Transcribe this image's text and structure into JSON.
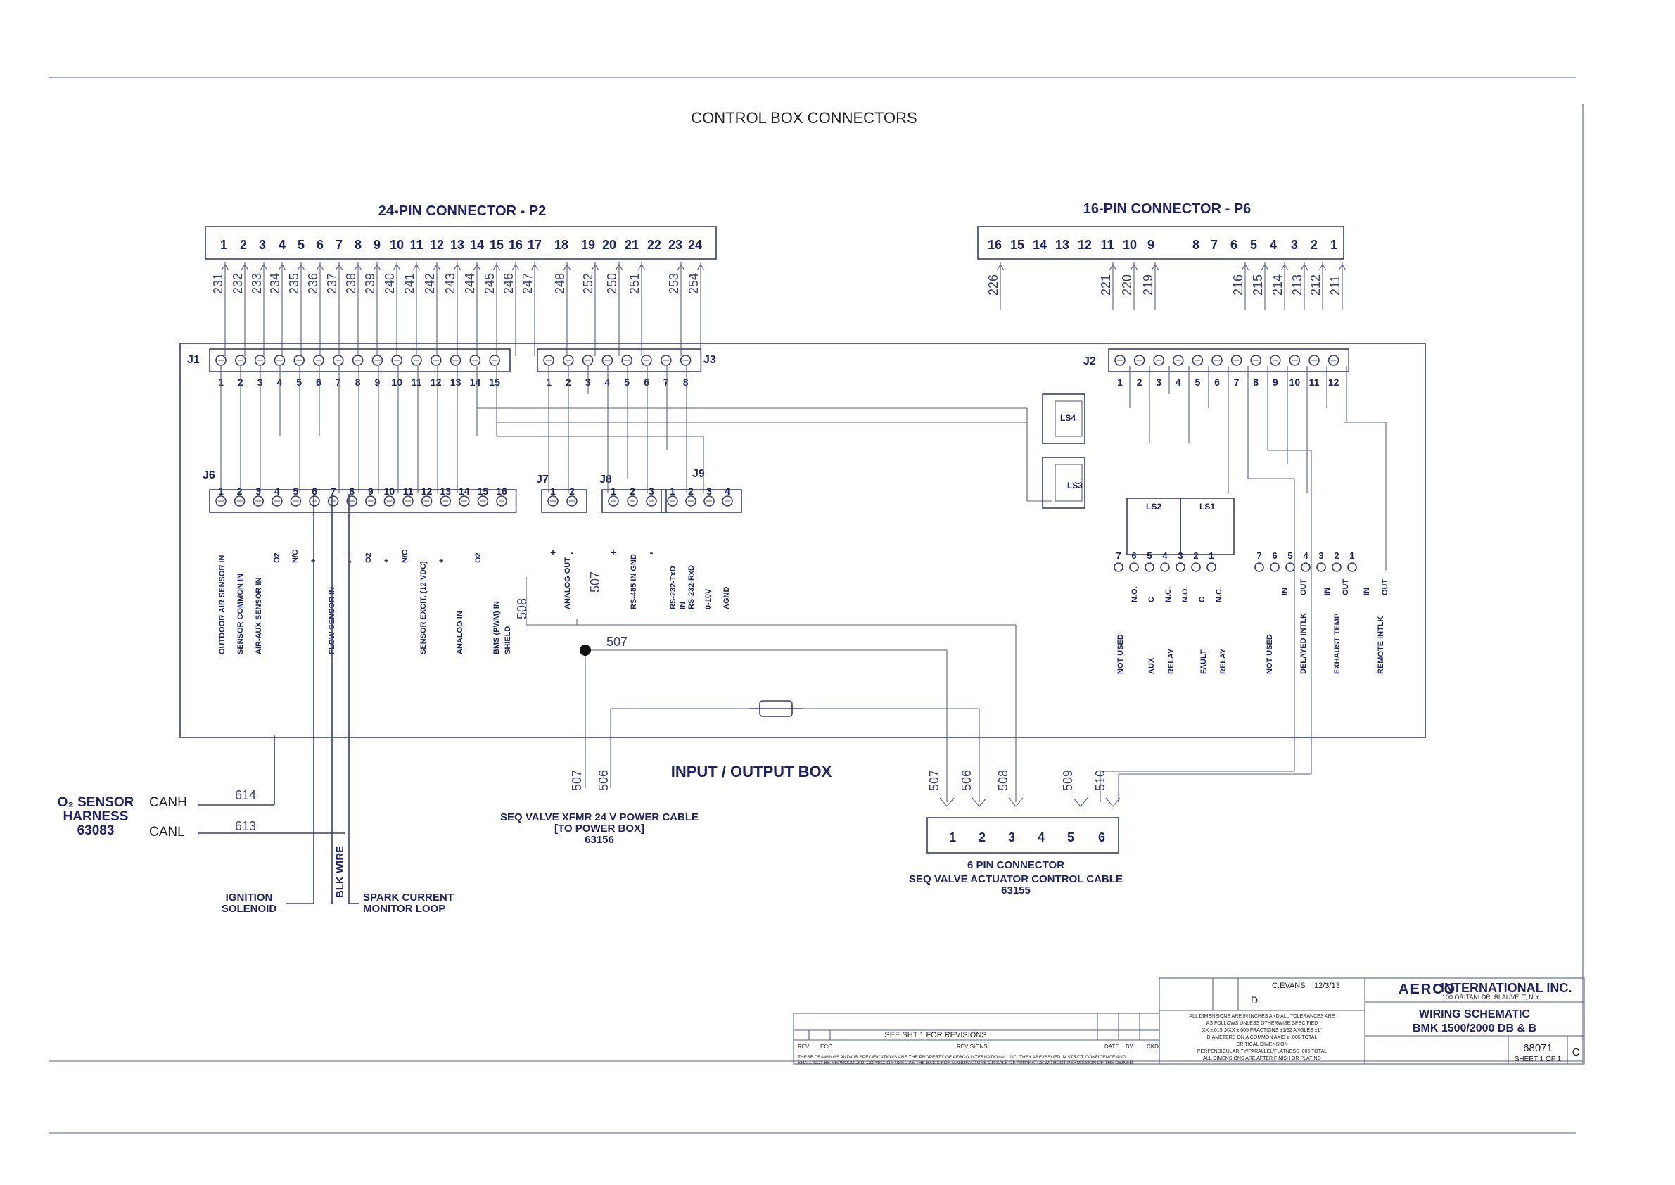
{
  "page_title": "CONTROL BOX CONNECTORS",
  "p2": {
    "title": "24-PIN CONNECTOR - P2",
    "pins": [
      "1",
      "2",
      "3",
      "4",
      "5",
      "6",
      "7",
      "8",
      "9",
      "10",
      "11",
      "12",
      "13",
      "14",
      "15",
      "16",
      "17",
      "18",
      "19",
      "20",
      "21",
      "22",
      "23",
      "24"
    ],
    "wires": [
      "231",
      "232",
      "233",
      "234",
      "235",
      "236",
      "237",
      "238",
      "239",
      "240",
      "241",
      "242",
      "243",
      "244",
      "245",
      "246",
      "247",
      "248",
      "252",
      "250",
      "251",
      "253",
      "254"
    ]
  },
  "p6": {
    "title": "16-PIN CONNECTOR - P6",
    "pins": [
      "16",
      "15",
      "14",
      "13",
      "12",
      "11",
      "10",
      "9",
      "8",
      "7",
      "6",
      "5",
      "4",
      "3",
      "2",
      "1"
    ],
    "wires": [
      "226",
      "221",
      "220",
      "219",
      "216",
      "215",
      "214",
      "213",
      "212",
      "211"
    ]
  },
  "j1": {
    "label": "J1",
    "pins": [
      "1",
      "2",
      "3",
      "4",
      "5",
      "6",
      "7",
      "8",
      "9",
      "10",
      "11",
      "12",
      "13",
      "14",
      "15"
    ]
  },
  "j3": {
    "label": "J3",
    "pins": [
      "1",
      "2",
      "3",
      "4",
      "5",
      "6",
      "7",
      "8"
    ]
  },
  "j2": {
    "label": "J2",
    "pins": [
      "1",
      "2",
      "3",
      "4",
      "5",
      "6",
      "7",
      "8",
      "9",
      "10",
      "11",
      "12"
    ]
  },
  "j6": {
    "label": "J6",
    "pins": [
      "1",
      "2",
      "3",
      "4",
      "5",
      "6",
      "7",
      "8",
      "9",
      "10",
      "11",
      "12",
      "13",
      "14",
      "15",
      "16"
    ],
    "signals": [
      "OUTDOOR AIR SENSOR  IN",
      "SENSOR COMMON  IN",
      "AIR-AUX SENSOR  IN",
      "O2",
      "N/C",
      "+",
      "FLOW SENSOR  IN",
      "-",
      "O2",
      "+",
      "N/C",
      "SENSOR EXCIT. (12 VDC)",
      "+",
      "ANALOG IN",
      "O2",
      "BMS (PWM)  IN",
      "SHIELD"
    ],
    "pols": [
      "-",
      "-"
    ]
  },
  "j7": {
    "label": "J7",
    "pins": [
      "1",
      "2"
    ],
    "signals": [
      "ANALOG OUT"
    ],
    "pols": [
      "+",
      "-"
    ]
  },
  "j8": {
    "label": "J8",
    "pins": [
      "1",
      "2",
      "3"
    ],
    "signals": [
      "RS-485 IN GND"
    ],
    "pols": [
      "+",
      "-"
    ]
  },
  "j9": {
    "label": "J9",
    "pins": [
      "1",
      "2",
      "3",
      "4"
    ],
    "signals": [
      "RS-232-TxD",
      "IN",
      "RS-232-RxD",
      "0-10V",
      "AGND"
    ]
  },
  "relays": {
    "ls4": "LS4",
    "ls3": "LS3",
    "ls2": "LS2",
    "ls1": "LS1"
  },
  "j2_terminals": {
    "numbers": [
      "7",
      "6",
      "5",
      "4",
      "3",
      "2",
      "1",
      "7",
      "6",
      "5",
      "4",
      "3",
      "2",
      "1"
    ],
    "contacts": [
      "N.O.",
      "C",
      "N.C.",
      "N.O.",
      "C",
      "N.C."
    ],
    "io": [
      "IN",
      "OUT",
      "IN",
      "OUT",
      "IN",
      "OUT"
    ],
    "groups": [
      "NOT USED",
      "AUX",
      "RELAY",
      "FAULT",
      "RELAY",
      "NOT USED",
      "DELAYED INTLK",
      "EXHAUST TEMP",
      "REMOTE INTLK"
    ]
  },
  "wires": {
    "w508": "508",
    "w507": "507",
    "w507b": "507",
    "w507c": "507",
    "w506": "506",
    "c507": "507",
    "c506": "506",
    "c508": "508",
    "c509": "509",
    "c510": "510"
  },
  "io_box": "INPUT / OUTPUT BOX",
  "o2_harness": {
    "line1": "O₂ SENSOR",
    "line2": "HARNESS",
    "line3": "63083",
    "canh": "CANH",
    "canl": "CANL",
    "w614": "614",
    "w613": "613"
  },
  "blk_wire": "BLK WIRE",
  "ignition": {
    "line1": "IGNITION",
    "line2": "SOLENOID"
  },
  "spark": {
    "line1": "SPARK CURRENT",
    "line2": "MONITOR LOOP"
  },
  "seq_power": {
    "line1": "SEQ VALVE XFMR 24 V POWER CABLE",
    "line2": "[TO POWER BOX]",
    "line3": "63156"
  },
  "six_pin": {
    "pins": [
      "1",
      "2",
      "3",
      "4",
      "5",
      "6"
    ],
    "line1": "6 PIN CONNECTOR",
    "line2": "SEQ VALVE ACTUATOR CONTROL CABLE",
    "line3": "63155"
  },
  "title_block": {
    "company": "INTERNATIONAL INC.",
    "logo": "AERCO",
    "address": "100 ORITANI DR. BLAUVELT, N.Y.",
    "drawn": "C.EVANS",
    "date": "12/3/13",
    "size": "D",
    "title1": "WIRING SCHEMATIC",
    "title2": "BMK 1500/2000 DB & B",
    "dwg_no": "68071",
    "rev": "C",
    "sheet": "SHEET 1 OF 1",
    "revisions_note": "SEE SHT 1 FOR REVISIONS",
    "rev_cols": [
      "REV",
      "ECO",
      "REVISIONS",
      "DATE",
      "BY",
      "CKD"
    ],
    "dims": [
      "ALL DIMENSIONS ARE IN INCHES AND ALL TOLERANCES ARE",
      "AS FOLLOWS UNLESS OTHERWISE SPECIFIED",
      "XX ±.015 .XXX ±.005 FRACTIONS ±1/32 ANGLES ±1°",
      "DIAMETERS ON A COMMON AXIS ⌀ .005 TOTAL",
      "CRITICAL DIMENSION",
      "PERPENDICULARITY/PARALLEL/FLATNESS .005 TOTAL",
      "ALL DIMENSIONS ARE AFTER FINISH OR PLATING"
    ],
    "proprietary": [
      "THESE DRAWINGS AND/OR SPECIFICATIONS ARE THE PROPERTY OF AERCO INTERNATIONAL, INC. THEY ARE ISSUED IN STRICT CONFIDENCE AND",
      "SHALL NOT BE REPRODUCED, COPIED, OR USED AS THE BASIS FOR MANUFACTURE OR SALE OF APPARATUS WITHOUT PERMISSION OF THE OWNER."
    ]
  }
}
